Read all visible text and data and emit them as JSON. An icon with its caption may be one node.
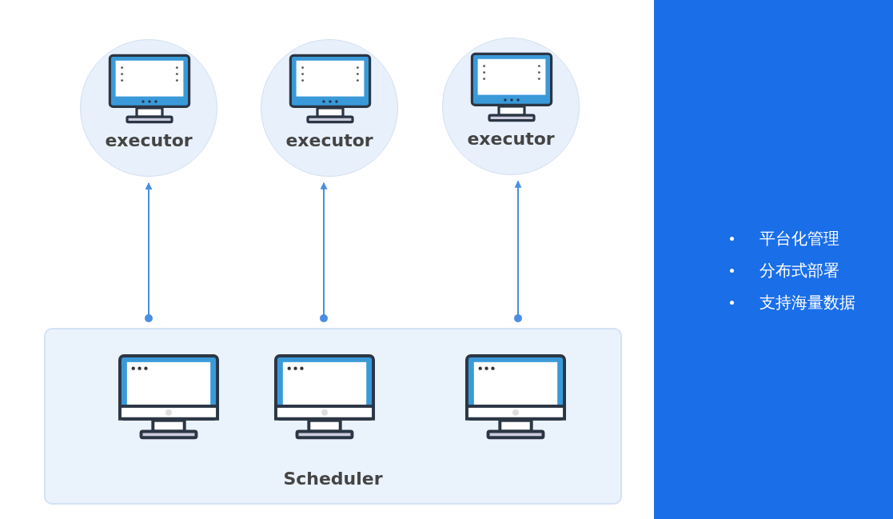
{
  "diagram": {
    "nodes": [
      {
        "text": [
          "executor"
        ]
      },
      {
        "text": [
          "executor"
        ]
      },
      {
        "text": [
          "executor"
        ]
      },
      {
        "text": [
          "Scheduler"
        ]
      },
      {
        "text": [
          "平台化管理",
          "分布式部署",
          "支持海量数据"
        ]
      }
    ],
    "edges": [
      {
        "from": 3,
        "to": 0,
        "arrow": "to"
      },
      {
        "from": 3,
        "to": 1,
        "arrow": "to"
      },
      {
        "from": 3,
        "to": 2,
        "arrow": "to"
      }
    ]
  }
}
